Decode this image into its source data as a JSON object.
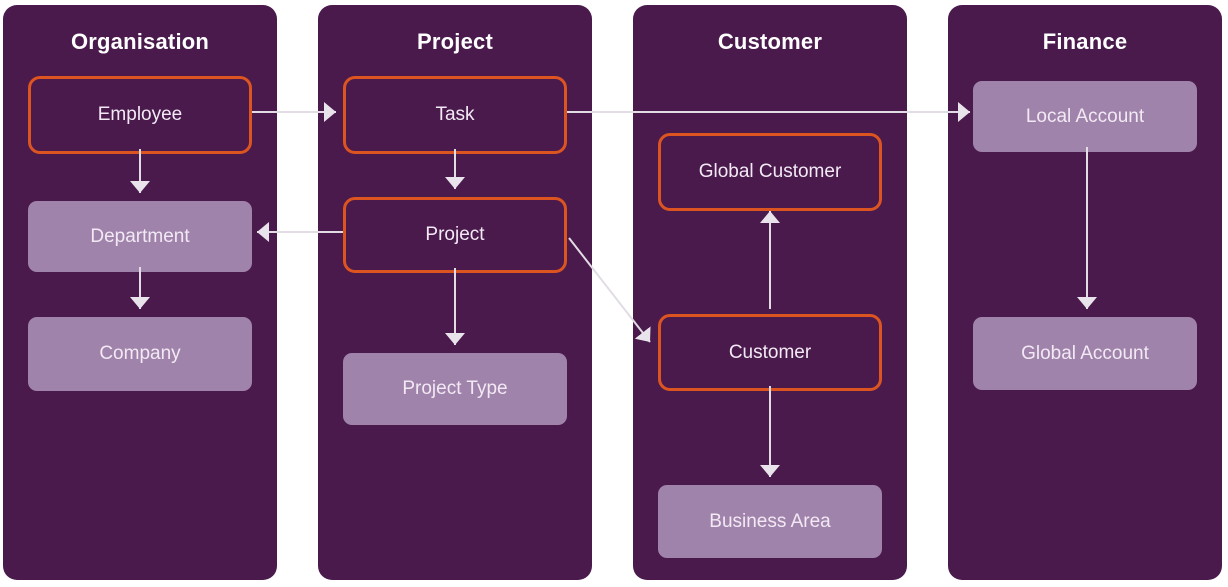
{
  "diagram": {
    "colors": {
      "column_background": "#4a1a4d",
      "plain_box_background": "#a083ab",
      "highlight_box_border": "#dc5420",
      "arrow": "#e2dce5",
      "title_text": "#ffffff",
      "box_text": "#f2e9f4",
      "page_background": "#ffffff"
    },
    "columns": [
      {
        "title": "Organisation",
        "boxes": [
          {
            "label": "Employee",
            "style": "highlight"
          },
          {
            "label": "Department",
            "style": "plain"
          },
          {
            "label": "Company",
            "style": "plain"
          }
        ]
      },
      {
        "title": "Project",
        "boxes": [
          {
            "label": "Task",
            "style": "highlight"
          },
          {
            "label": "Project",
            "style": "highlight"
          },
          {
            "label": "Project Type",
            "style": "plain"
          }
        ]
      },
      {
        "title": "Customer",
        "boxes": [
          {
            "label": "Global Customer",
            "style": "highlight"
          },
          {
            "label": "Customer",
            "style": "highlight"
          },
          {
            "label": "Business Area",
            "style": "plain"
          }
        ]
      },
      {
        "title": "Finance",
        "boxes": [
          {
            "label": "Local Account",
            "style": "plain"
          },
          {
            "label": "Global Account",
            "style": "plain"
          }
        ]
      }
    ],
    "connections": [
      {
        "from": "Employee",
        "to": "Task"
      },
      {
        "from": "Employee",
        "to": "Department"
      },
      {
        "from": "Department",
        "to": "Company"
      },
      {
        "from": "Task",
        "to": "Project"
      },
      {
        "from": "Task",
        "to": "Local Account"
      },
      {
        "from": "Project",
        "to": "Department"
      },
      {
        "from": "Project",
        "to": "Project Type"
      },
      {
        "from": "Project",
        "to": "Customer"
      },
      {
        "from": "Customer",
        "to": "Global Customer"
      },
      {
        "from": "Customer",
        "to": "Business Area"
      },
      {
        "from": "Local Account",
        "to": "Global Account"
      }
    ]
  }
}
